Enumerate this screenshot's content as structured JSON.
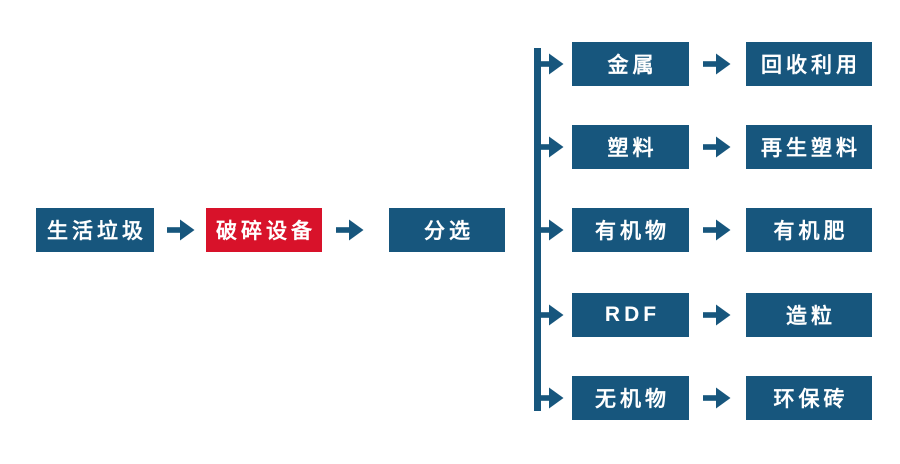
{
  "diagram": {
    "type": "flowchart",
    "title_hint": "household waste sorting and recycling process",
    "colors": {
      "node_blue": "#17567D",
      "node_red": "#D8122A",
      "arrow_blue": "#17567D",
      "text": "#FFFFFF",
      "background": "#FFFFFF"
    },
    "main_flow": {
      "household_waste": "生活垃圾",
      "crushing_equipment": "破碎设备",
      "sorting": "分选"
    },
    "branches": [
      {
        "source": "金属",
        "result": "回收利用"
      },
      {
        "source": "塑料",
        "result": "再生塑料"
      },
      {
        "source": "有机物",
        "result": "有机肥"
      },
      {
        "source": "RDF",
        "result": "造粒"
      },
      {
        "source": "无机物",
        "result": "环保砖"
      }
    ]
  }
}
